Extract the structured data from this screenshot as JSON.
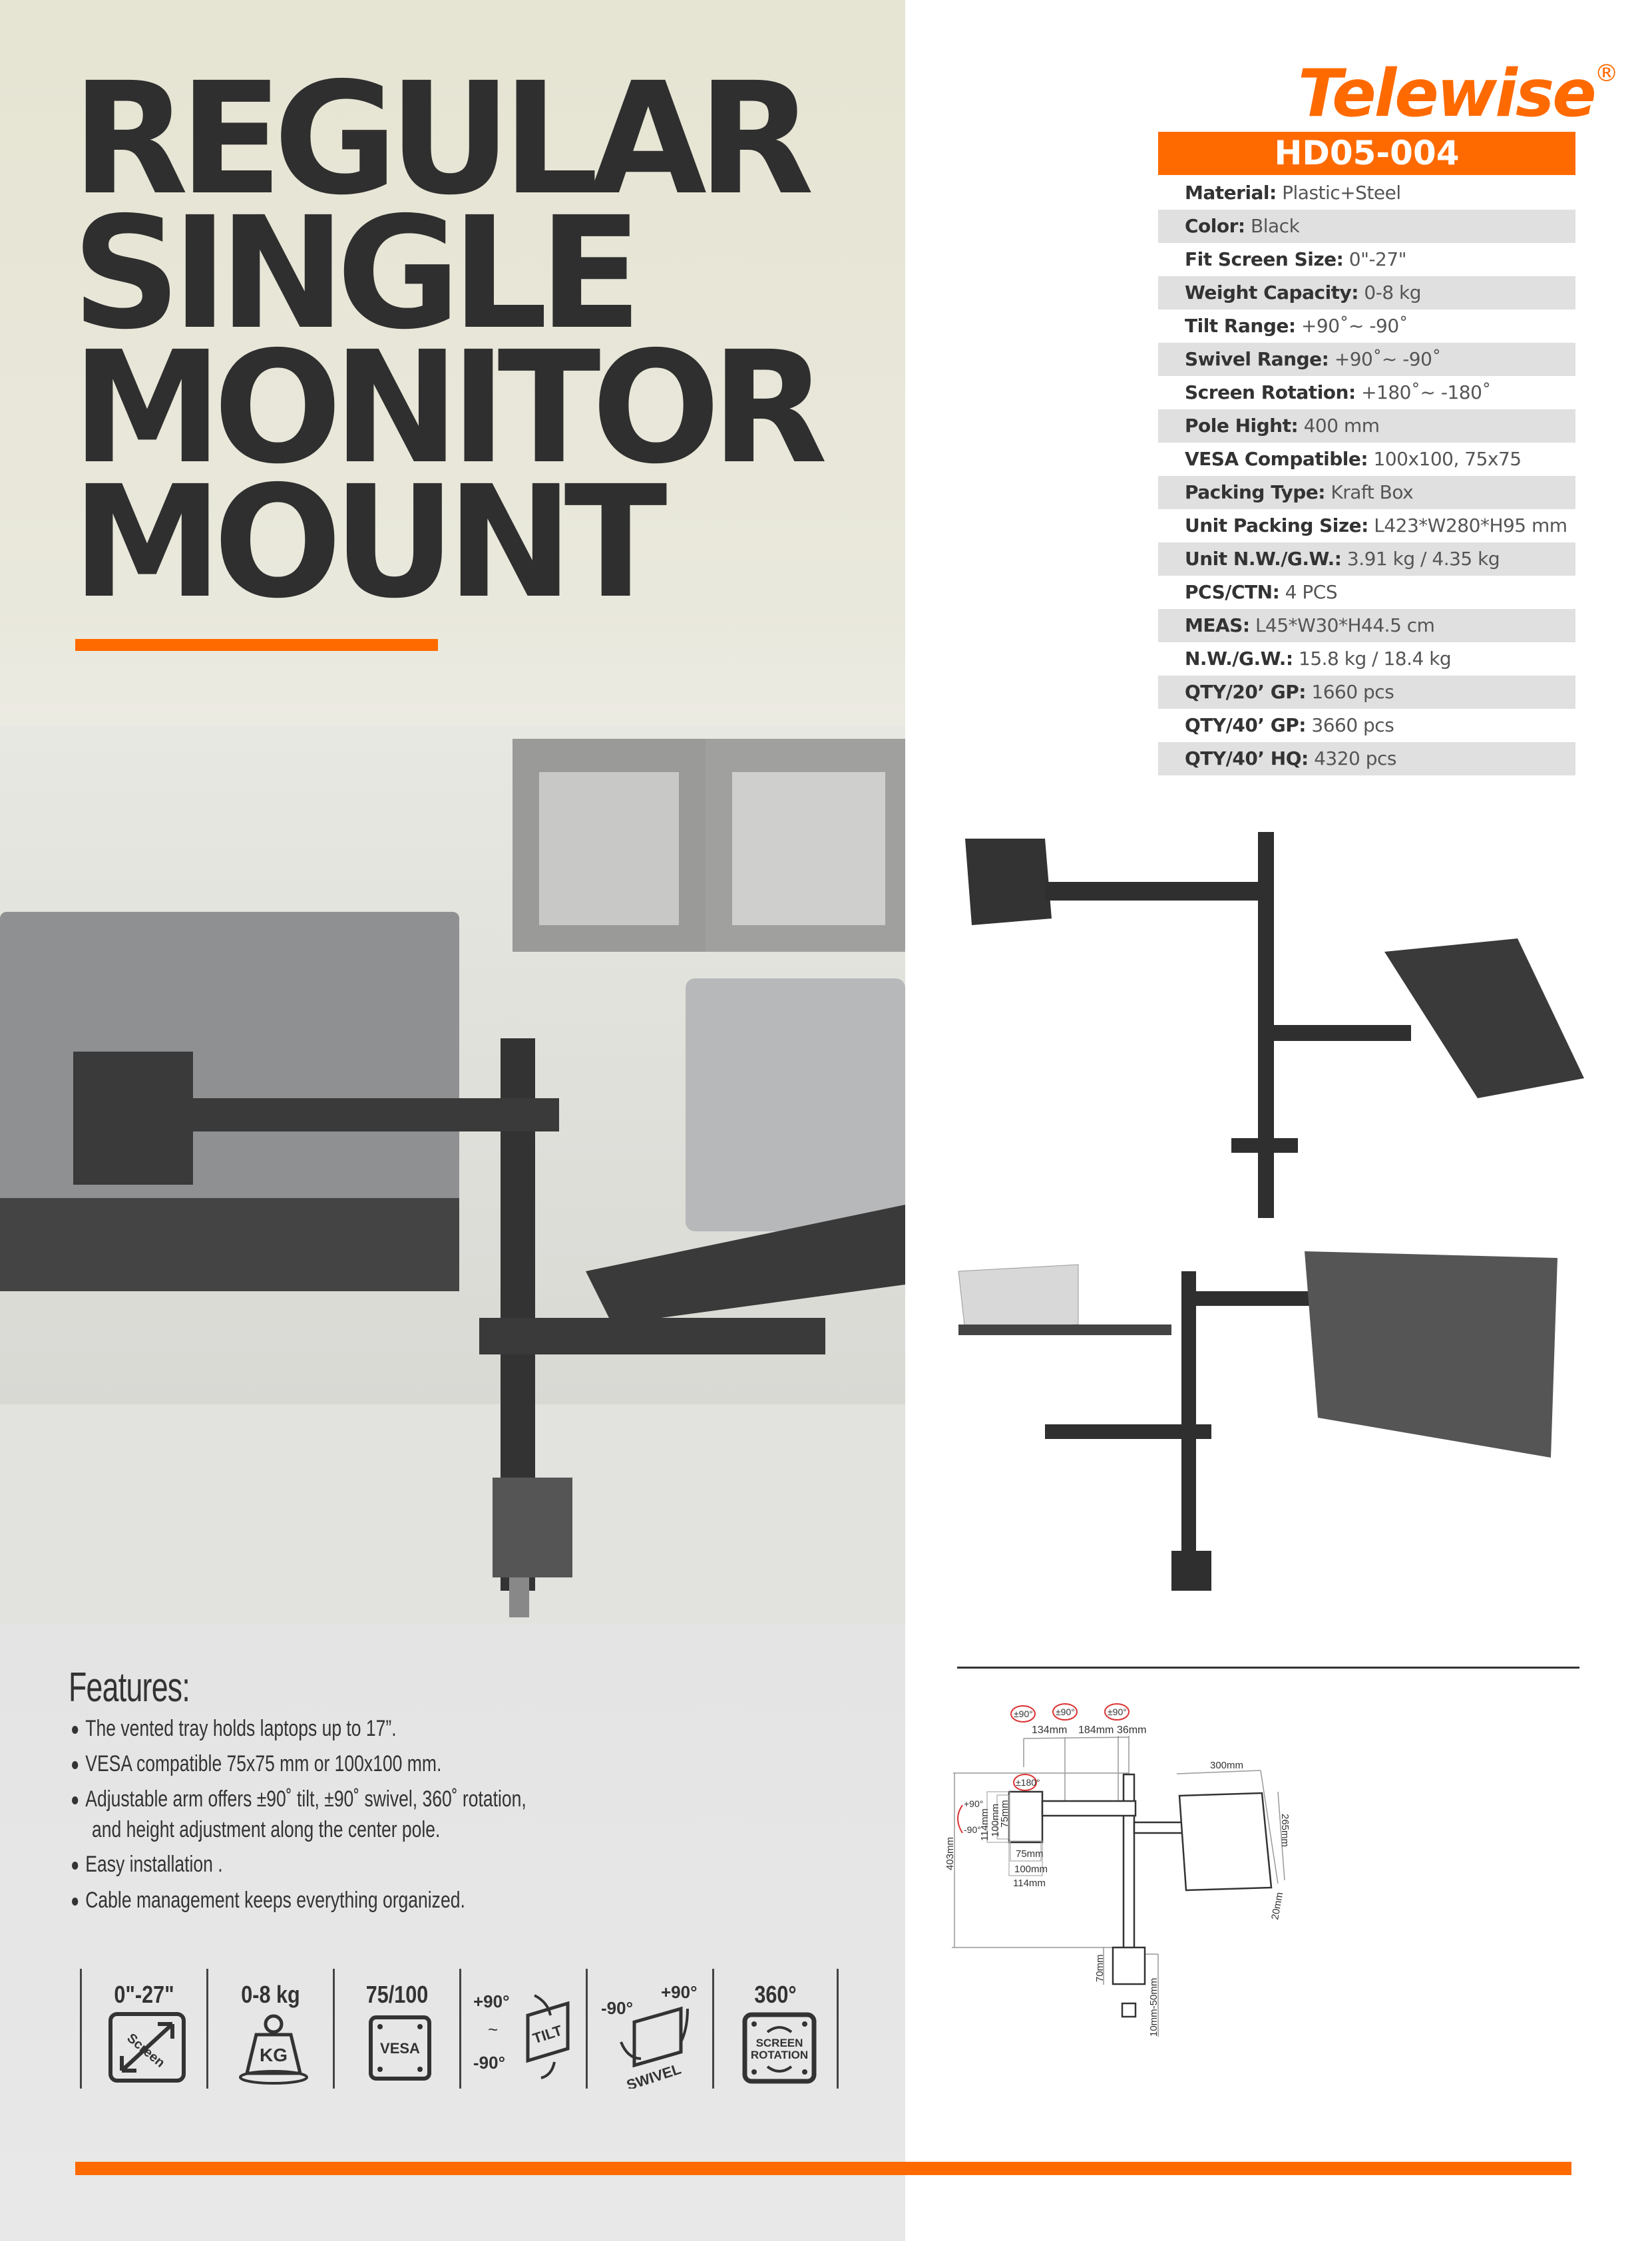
{
  "title_lines": [
    "REGULAR",
    "SINGLE",
    "MONITOR",
    "MOUNT"
  ],
  "brand": {
    "name": "Telewise",
    "registered": "®",
    "accent": "#ff6a00"
  },
  "model": "HD05-004",
  "specs": [
    {
      "label": "Material:",
      "value": "Plastic+Steel"
    },
    {
      "label": "Color:",
      "value": "Black"
    },
    {
      "label": "Fit Screen Size:",
      "value": "0\"-27\""
    },
    {
      "label": "Weight Capacity:",
      "value": "0-8 kg"
    },
    {
      "label": "Tilt Range:",
      "value": "+90˚~ -90˚"
    },
    {
      "label": "Swivel Range:",
      "value": "+90˚~ -90˚"
    },
    {
      "label": "Screen Rotation:",
      "value": "+180˚~ -180˚"
    },
    {
      "label": "Pole Hight:",
      "value": "400 mm"
    },
    {
      "label": "VESA Compatible:",
      "value": "100x100, 75x75"
    },
    {
      "label": "Packing Type:",
      "value": "Kraft Box"
    },
    {
      "label": "Unit Packing Size:",
      "value": "L423*W280*H95 mm"
    },
    {
      "label": "Unit N.W./G.W.:",
      "value": "3.91 kg / 4.35 kg"
    },
    {
      "label": "PCS/CTN:",
      "value": "4 PCS"
    },
    {
      "label": "MEAS:",
      "value": "L45*W30*H44.5 cm"
    },
    {
      "label": "N.W./G.W.:",
      "value": "15.8 kg / 18.4 kg"
    },
    {
      "label": "QTY/20’ GP:",
      "value": "1660 pcs"
    },
    {
      "label": "QTY/40’ GP:",
      "value": "3660 pcs"
    },
    {
      "label": "QTY/40’ HQ:",
      "value": "4320 pcs"
    }
  ],
  "features": {
    "heading": "Features:",
    "items": [
      "The vented tray holds laptops up to 17”.",
      "VESA compatible 75x75 mm or 100x100 mm.",
      "Adjustable arm offers ±90˚ tilt, ±90˚ swivel, 360˚ rotation,",
      "and height adjustment along the center pole.",
      "Easy installation .",
      "Cable management keeps everything organized."
    ]
  },
  "icons": [
    {
      "name": "screen-size",
      "top": "0\"-27\"",
      "label": "Screen"
    },
    {
      "name": "weight",
      "top": "0-8 kg",
      "label": "KG"
    },
    {
      "name": "vesa",
      "top": "75/100",
      "label": "VESA"
    },
    {
      "name": "tilt",
      "plus": "+90°",
      "tilde": "~",
      "minus": "-90°",
      "label": "TILT"
    },
    {
      "name": "swivel",
      "plus": "+90°",
      "minus": "-90°",
      "label": "SWIVEL"
    },
    {
      "name": "rotation",
      "top": "360°",
      "label1": "SCREEN",
      "label2": "ROTATION"
    }
  ],
  "diagram": {
    "arm_rot": [
      "±90°",
      "±90°",
      "±90°"
    ],
    "arm_lengths": [
      "134mm",
      "184mm",
      "36mm"
    ],
    "rotation": "±180°",
    "tilt_plus": "+90°",
    "tilt_minus": "-90°",
    "vesa_v": [
      "114mm",
      "100mm",
      "75mm"
    ],
    "vesa_h": [
      "75mm",
      "100mm",
      "114mm"
    ],
    "height": "403mm",
    "tray_w": "300mm",
    "tray_d": "265mm",
    "tray_lip": "20mm",
    "clamp_h": "70mm",
    "clamp_range": "10mm-50mm"
  }
}
